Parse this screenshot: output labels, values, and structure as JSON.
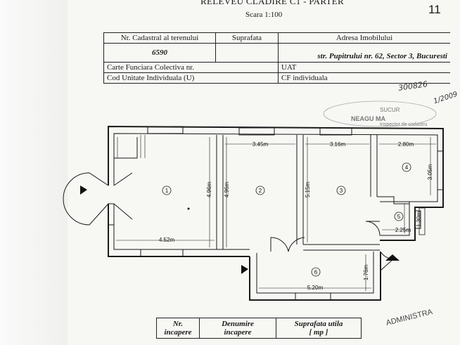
{
  "title": "RELEVEU CLADIRE C1 - PARTER",
  "scale": "Scara 1:100",
  "page_number": "11",
  "info_table": {
    "cadastral_label": "Nr. Cadastral al terenului",
    "surface_label": "Suprafata",
    "address_label": "Adresa Imobilului",
    "cadastral_value": "6590",
    "address_value": "str. Pupitrului nr. 62, Sector 3, Bucuresti",
    "carte_label": "Carte Funciara Colectiva nr.",
    "uat_label": "UAT",
    "cod_label": "Cod Unitate Individuala (U)",
    "cf_label": "CF individuala"
  },
  "handwriting": {
    "number": "300826",
    "date": "1/2009"
  },
  "stamp": {
    "line1": "SUCUR",
    "line2": "NEAGU MA",
    "line3": "Inspector de cadastru"
  },
  "rooms": [
    {
      "number": "1"
    },
    {
      "number": "2"
    },
    {
      "number": "3"
    },
    {
      "number": "4"
    },
    {
      "number": "5"
    },
    {
      "number": "6"
    }
  ],
  "dimensions": {
    "r1_width": "4.52m",
    "r1_height": "4.96m",
    "r2_width": "3.45m",
    "r2_height": "4.96m",
    "r3_width": "3.16m",
    "r3_height": "5.15m",
    "r4_width": "2.80m",
    "r4_height": "3.05m",
    "r5_width": "2.25m",
    "r5_height": "1.30m",
    "r6_width": "5.20m",
    "r6_height": "1.76m"
  },
  "bottom_table": {
    "col1": "Nr.",
    "col1b": "incapere",
    "col2": "Denumire",
    "col2b": "incapere",
    "col3": "Suprafata utila",
    "col3b": "[ mp ]"
  },
  "admin_stamp": "ADMINISTRA"
}
